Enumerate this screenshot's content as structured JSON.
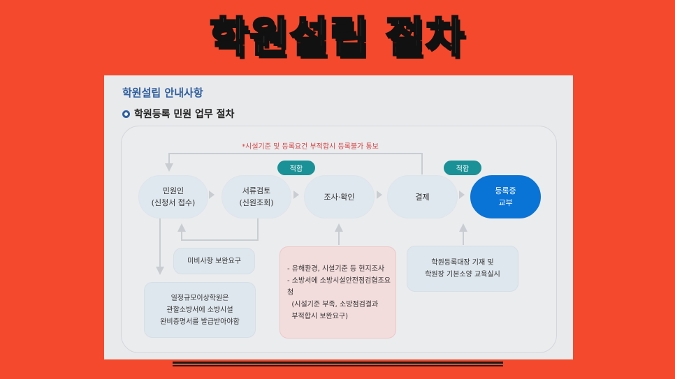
{
  "banner": {
    "title": "학원설립 절차"
  },
  "panel": {
    "title": "학원설립 안내사항",
    "section_title": "학원등록 민원 업무 절차",
    "note": "*시설기준 및 등록요건 부적합시 등록불가 통보",
    "pills": [
      "적합",
      "적합"
    ],
    "nodes": [
      {
        "line1": "민원인",
        "line2": "(신청서 접수)"
      },
      {
        "line1": "서류검토",
        "line2": "(신원조회)"
      },
      {
        "line1": "조사·확인",
        "line2": ""
      },
      {
        "line1": "결제",
        "line2": ""
      },
      {
        "line1": "등록증",
        "line2": "교부"
      }
    ],
    "boxes": {
      "supplement": "미비사항 보완요구",
      "large_academy": [
        "일정규모이상학원은",
        "관할소방서에 소방시설",
        "완비증명서를 발급받아야함"
      ],
      "inspection": [
        "- 유해환경, 시설기준 등 현지조사",
        "- 소방서에 소방시설안전점검협조요청",
        "  (시설기준 부족, 소방점검결과",
        "  부적합시 보완요구)"
      ],
      "registration": [
        "학원등록대장 기재 및",
        "학원장 기본소양 교육실시"
      ]
    }
  },
  "colors": {
    "background": "#f4492c",
    "panel": "#e9eaec",
    "node": "#e0e8ef",
    "final_node": "#0a74d6",
    "pill": "#1a9196",
    "note": "#d64545",
    "pink_box": "#f3dcdc",
    "title_blue": "#2f5fa0"
  }
}
